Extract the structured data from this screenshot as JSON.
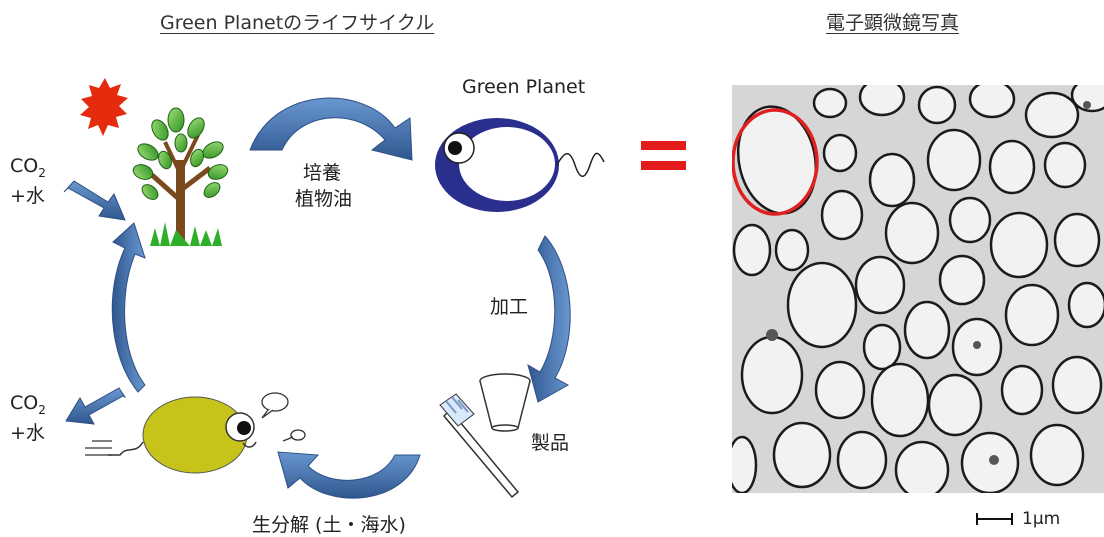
{
  "left_panel": {
    "title": "Green Planetのライフサイクル",
    "green_planet_label": "Green Planet",
    "culture_label_1": "培養",
    "culture_label_2": "植物油",
    "process_label": "加工",
    "product_label": "製品",
    "biodegradation_label": "生分解 (土・海水)",
    "co2_in": {
      "co": "CO",
      "sub": "2",
      "water": "+水"
    },
    "co2_out": {
      "co": "CO",
      "sub": "2",
      "water": "+水"
    }
  },
  "equals_symbol": "=",
  "right_panel": {
    "title": "電子顕微鏡写真",
    "scale_label": "1μm"
  },
  "colors": {
    "arrow_blue": "#4a78b5",
    "arrow_dark": "#2d4f86",
    "sun_red": "#e52b0d",
    "equals_red": "#e41b1b",
    "microbe_navy": "#2a2f8e",
    "microbe_olive": "#c6c41a",
    "highlight_circle": "#e02020"
  }
}
